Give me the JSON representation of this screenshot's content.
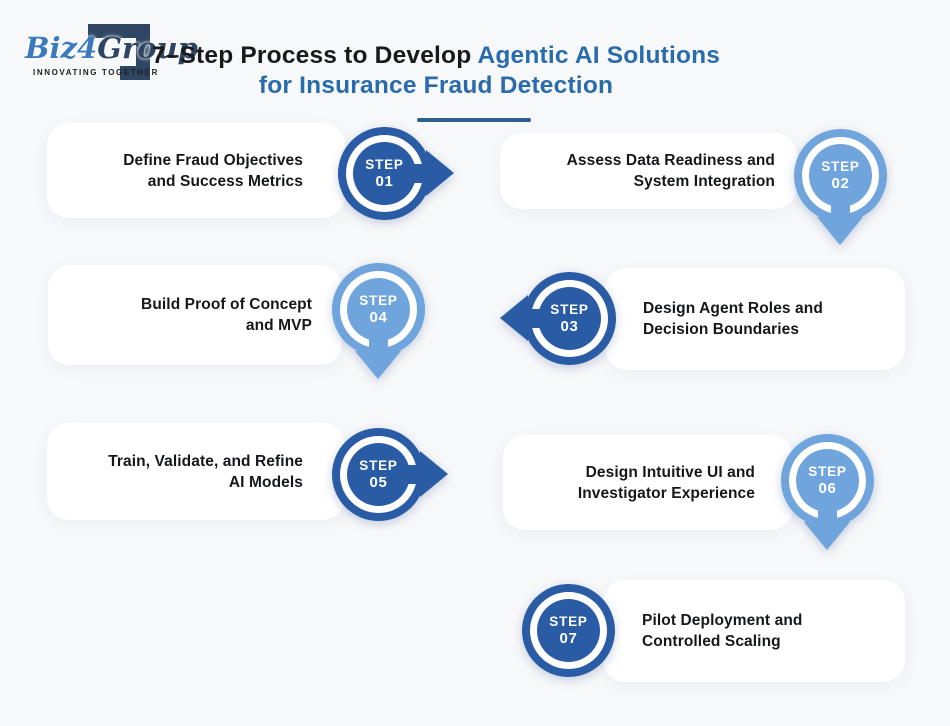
{
  "logo": {
    "name_part1": "Biz",
    "name_part2": "4",
    "name_part3": "Group",
    "tagline": "INNOVATING TOGETHER"
  },
  "title": {
    "prefix": "7–Step Process to Develop ",
    "highlight": "Agentic AI Solutions",
    "line2": "for Insurance Fraud Detection"
  },
  "colors": {
    "dark_blue": "#2a5ca6",
    "light_blue": "#6fa4dd",
    "title_blue": "#2a6bac",
    "divider_blue": "#2c6090",
    "logo_navy": "#2e4663",
    "logo_blue": "#3a79be",
    "background": "#f7f8fa",
    "card": "#ffffff",
    "text": "#15171a"
  },
  "steps": [
    {
      "step_word": "STEP",
      "number": "01",
      "text": "Define Fraud Objectives and Success Metrics",
      "variant": "dark",
      "arrow": "right"
    },
    {
      "step_word": "STEP",
      "number": "02",
      "text": "Assess Data Readiness and System Integration",
      "variant": "light",
      "arrow": "down"
    },
    {
      "step_word": "STEP",
      "number": "03",
      "text": "Design Agent Roles and Decision Boundaries",
      "variant": "dark",
      "arrow": "left"
    },
    {
      "step_word": "STEP",
      "number": "04",
      "text": "Build Proof of Concept and MVP",
      "variant": "light",
      "arrow": "down"
    },
    {
      "step_word": "STEP",
      "number": "05",
      "text": "Train, Validate, and Refine AI Models",
      "variant": "dark",
      "arrow": "right"
    },
    {
      "step_word": "STEP",
      "number": "06",
      "text": "Design Intuitive UI and Investigator Experience",
      "variant": "light",
      "arrow": "down"
    },
    {
      "step_word": "STEP",
      "number": "07",
      "text": "Pilot Deployment and Controlled Scaling",
      "variant": "dark",
      "arrow": "none"
    }
  ]
}
